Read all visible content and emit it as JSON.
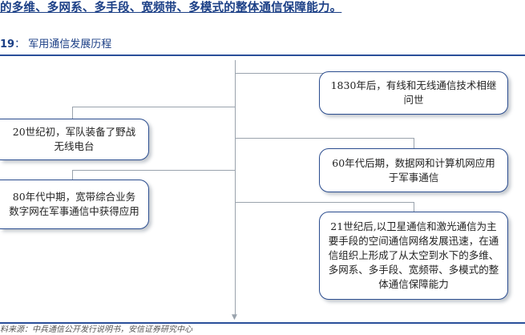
{
  "intro_line": "的多维、多网系、多手段、宽频带、多模式的整体通信保障能力。",
  "figure": {
    "number": "19",
    "separator": "：",
    "title": "军用通信发展历程"
  },
  "timeline": {
    "right_events": [
      "1830年后，有线和无线通信技术相继问世",
      "60年代后期，数据网和计算机网应用于军事通信",
      "21世纪后,以卫星通信和激光通信为主要手段的空间通信网络发展迅速，在通信组织上形成了从太空到水下的多维、多网系、多手段、宽频带、多模式的整体通信保障能力"
    ],
    "left_events": [
      "20世纪初，军队装备了野战无线电台",
      "80年代中期，宽带综合业务数字网在军事通信中获得应用"
    ]
  },
  "source_note": "料来源：中兵通信公开发行说明书，安信证券研究中心"
}
